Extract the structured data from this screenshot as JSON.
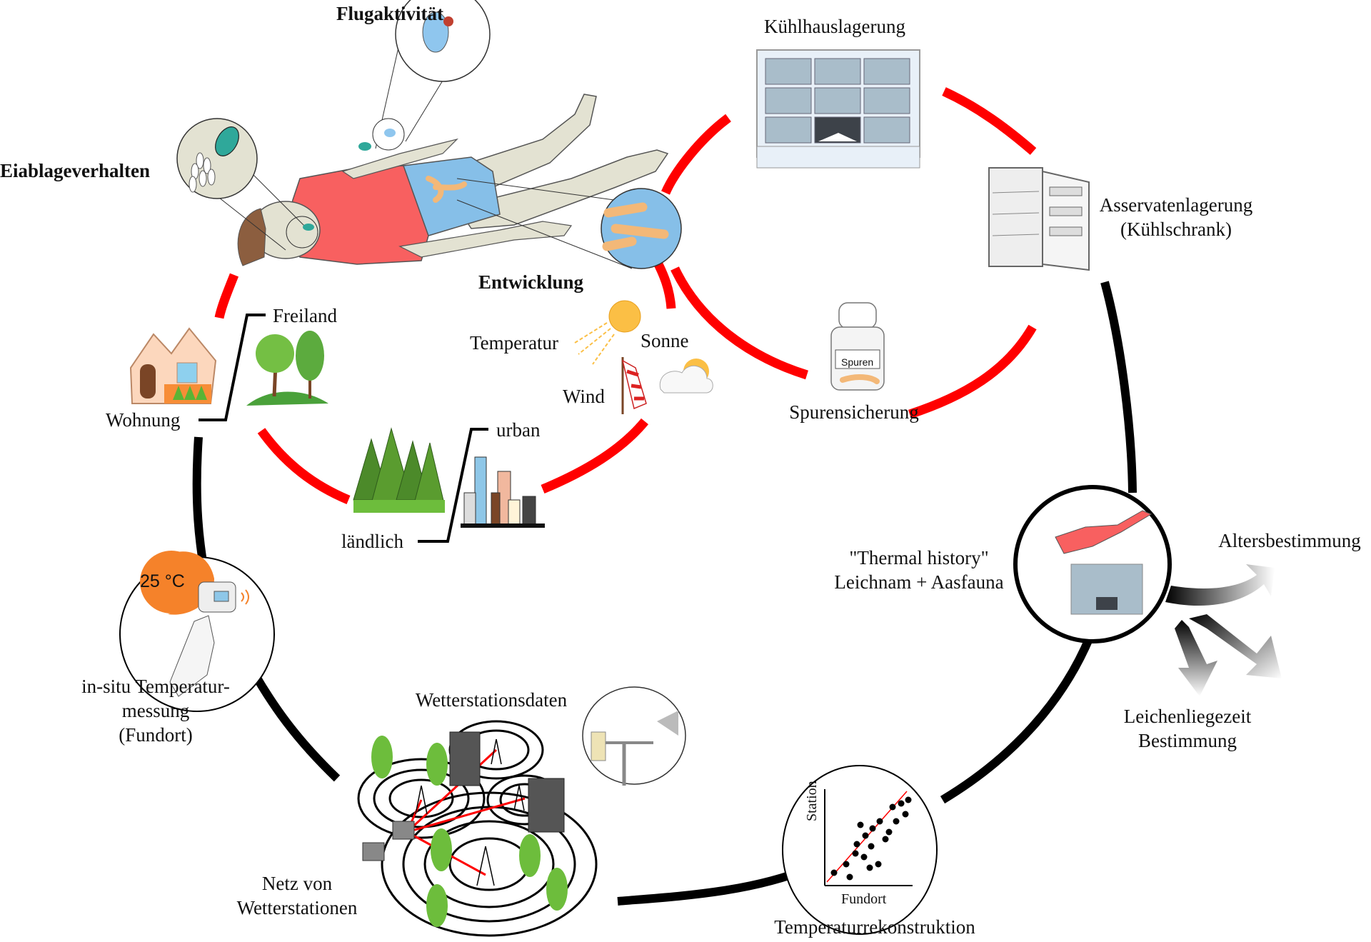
{
  "diagram": {
    "colors": {
      "red_cycle": "#ff0000",
      "black_cycle": "#000000",
      "shirt": "#f86060",
      "shorts": "#86bfe8",
      "skin": "#e3e2d2",
      "hair": "#8c5e3f",
      "cabinet": "#a9bdca",
      "thermo_badge": "#f5822a",
      "sun": "#fbbf45",
      "tree_green": "#6dbd3c"
    },
    "insect_cycle": {
      "title_flight": "Flugaktivität",
      "title_oviposition": "Eiablageverhalten",
      "title_development": "Entwicklung"
    },
    "storage_cycle": {
      "cold_storage": "Kühlhauslagerung",
      "evidence_storage_line1": "Asservatenlagerung",
      "evidence_storage_line2": "(Kühlschrank)",
      "trace_securing": "Spurensicherung",
      "jar_label": "Spuren"
    },
    "environment": {
      "outdoor": "Freiland",
      "indoor": "Wohnung",
      "urban": "urban",
      "rural": "ländlich",
      "temperature": "Temperatur",
      "sun": "Sonne",
      "wind": "Wind"
    },
    "measurement": {
      "thermometer_reading": "25 °C",
      "insitu_line1": "in-situ Temperatur-",
      "insitu_line2": "messung",
      "insitu_line3": "(Fundort)"
    },
    "weather": {
      "station_data": "Wetterstationsdaten",
      "network_line1": "Netz von",
      "network_line2": "Wetterstationen"
    },
    "reconstruction": {
      "label": "Temperaturrekonstruktion",
      "y_axis": "Station",
      "x_axis": "Fundort"
    },
    "thermal_history": {
      "line1": "\"Thermal history\"",
      "line2": "Leichnam + Aasfauna"
    },
    "outcomes": {
      "age": "Altersbestimmung",
      "pmi_line1": "Leichenliegezeit",
      "pmi_line2": "Bestimmung"
    }
  }
}
